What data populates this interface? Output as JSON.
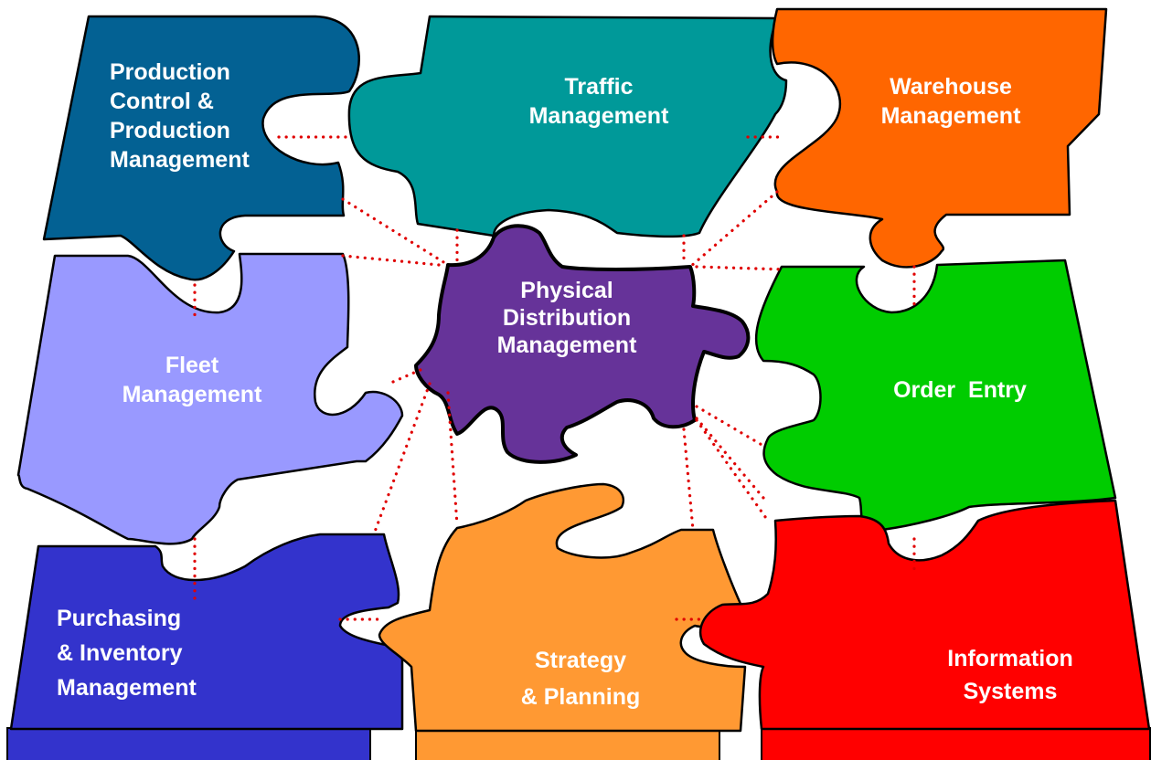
{
  "pieces": {
    "production": {
      "lines": [
        "Production",
        "Control &",
        "Production",
        "Management"
      ],
      "color": "#036193"
    },
    "traffic": {
      "lines": [
        "Traffic",
        "Management"
      ],
      "color": "#009999"
    },
    "warehouse": {
      "lines": [
        "Warehouse",
        "Management"
      ],
      "color": "#ff6600"
    },
    "fleet": {
      "lines": [
        "Fleet",
        "Management"
      ],
      "color": "#9999ff"
    },
    "center": {
      "lines": [
        "Physical",
        "Distribution",
        "Management"
      ],
      "color": "#663399"
    },
    "order": {
      "lines": [
        "Order  Entry"
      ],
      "color": "#00cc00"
    },
    "purchasing": {
      "lines": [
        "Purchasing",
        "& Inventory",
        "Management"
      ],
      "color": "#3333cc"
    },
    "strategy": {
      "lines": [
        "Strategy",
        "& Planning"
      ],
      "color": "#ff9933"
    },
    "information": {
      "lines": [
        "Information",
        "Systems"
      ],
      "color": "#ff0000"
    }
  },
  "link_color": "#e00000"
}
